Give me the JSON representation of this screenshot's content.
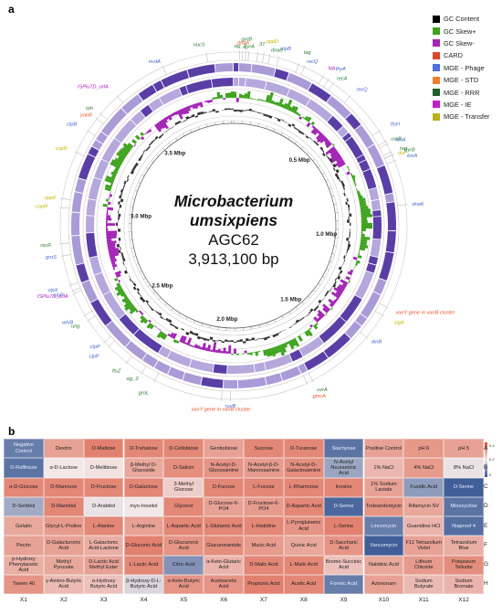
{
  "panel_labels": {
    "a": "a",
    "b": "b"
  },
  "genome": {
    "organism": "Microbacterium umsixpiens",
    "strain": "AGC62",
    "size": "3,913,100 bp",
    "scale_marks": [
      {
        "label": "0.5 Mbp",
        "angle": 45
      },
      {
        "label": "1.0 Mbp",
        "angle": 95
      },
      {
        "label": "1.5 Mbp",
        "angle": 142
      },
      {
        "label": "2.0 Mbp",
        "angle": 184
      },
      {
        "label": "2.5 Mbp",
        "angle": 230
      },
      {
        "label": "3.0 Mbp",
        "angle": 276
      },
      {
        "label": "3.5 Mbp",
        "angle": 321
      }
    ],
    "gene_labels": [
      {
        "text": "sig_2",
        "angle": 2,
        "color": "#2e7d32"
      },
      {
        "text": "dnaA",
        "angle": 3,
        "color": "#e8542b"
      },
      {
        "text": "gyrB",
        "angle": 4,
        "color": "#2e7d32"
      },
      {
        "text": "gyrA",
        "angle": 5,
        "color": "#2e7d32"
      },
      {
        "text": "37",
        "angle": 8,
        "color": "#2e7d32"
      },
      {
        "text": "oppD",
        "angle": 10,
        "color": "#c8b400"
      },
      {
        "text": "dnaB",
        "angle": 12,
        "color": "#2e7d32"
      },
      {
        "text": "clpB",
        "angle": 15,
        "color": "#4466cc"
      },
      {
        "text": "tag",
        "angle": 22,
        "color": "#2e7d32"
      },
      {
        "text": "recQ",
        "angle": 24,
        "color": "#4466cc"
      },
      {
        "text": "NA",
        "angle": 31,
        "color": "#b021c0"
      },
      {
        "text": "thyA",
        "angle": 33,
        "color": "#4466cc"
      },
      {
        "text": "recA",
        "angle": 35,
        "color": "#2e7d32"
      },
      {
        "text": "recQ",
        "angle": 42,
        "color": "#4466cc"
      },
      {
        "text": "ftsH",
        "angle": 57,
        "color": "#4466cc"
      },
      {
        "text": "uvrB",
        "angle": 61,
        "color": "#2e7d32"
      },
      {
        "text": "lonA",
        "angle": 62,
        "color": "#4466cc"
      },
      {
        "text": "gyrB",
        "angle": 66,
        "color": "#2e7d32"
      },
      {
        "text": "dut",
        "angle": 66,
        "color": "#c8b400"
      },
      {
        "text": "tag",
        "angle": 65,
        "color": "#2e7d32"
      },
      {
        "text": "lonA",
        "angle": 68,
        "color": "#4466cc"
      },
      {
        "text": "dnaK",
        "angle": 83,
        "color": "#4466cc"
      },
      {
        "text": "vanY gene in vanB cluster",
        "angle": 118,
        "color": "#e8542b"
      },
      {
        "text": "sigA",
        "angle": 121,
        "color": "#c8b400"
      },
      {
        "text": "dinB",
        "angle": 130,
        "color": "#4466cc"
      },
      {
        "text": "uvrA",
        "angle": 153,
        "color": "#2e7d32"
      },
      {
        "text": "gmcA",
        "angle": 155,
        "color": "#e8542b"
      },
      {
        "text": "ruvB",
        "angle": 181,
        "color": "#4466cc"
      },
      {
        "text": "vanY gene in vanB cluster",
        "angle": 184,
        "color": "#e8542b"
      },
      {
        "text": "groL",
        "angle": 207,
        "color": "#2e7d32"
      },
      {
        "text": "sig_2",
        "angle": 212,
        "color": "#2e7d32"
      },
      {
        "text": "ftsZ",
        "angle": 218,
        "color": "#2e7d32"
      },
      {
        "text": "clpP",
        "angle": 226,
        "color": "#4466cc"
      },
      {
        "text": "clpP",
        "angle": 228,
        "color": "#4466cc"
      },
      {
        "text": "ung",
        "angle": 237,
        "color": "#2e7d32"
      },
      {
        "text": "whiB",
        "angle": 239,
        "color": "#4466cc"
      },
      {
        "text": "ISPlu7D_orfA",
        "angle": 247,
        "color": "#b021c0"
      },
      {
        "text": "clpP",
        "angle": 248,
        "color": "#4466cc"
      },
      {
        "text": "clpX",
        "angle": 250,
        "color": "#4466cc"
      },
      {
        "text": "groS",
        "angle": 260,
        "color": "#4466cc"
      },
      {
        "text": "recR",
        "angle": 264,
        "color": "#2e7d32"
      },
      {
        "text": "copR",
        "angle": 276,
        "color": "#c8b400"
      },
      {
        "text": "oppF",
        "angle": 279,
        "color": "#c8b400"
      },
      {
        "text": "copR",
        "angle": 295,
        "color": "#c8b400"
      },
      {
        "text": "clpB",
        "angle": 303,
        "color": "#4466cc"
      },
      {
        "text": "yoeB",
        "angle": 308,
        "color": "#e8542b"
      },
      {
        "text": "rph",
        "angle": 310,
        "color": "#2e7d32"
      },
      {
        "text": "ISPlu7D_orfA",
        "angle": 318,
        "color": "#b021c0"
      },
      {
        "text": "motA",
        "angle": 336,
        "color": "#4466cc"
      },
      {
        "text": "nucS",
        "angle": 351,
        "color": "#2e7d32"
      }
    ]
  },
  "legend": [
    {
      "label": "GC Content",
      "color": "#000000"
    },
    {
      "label": "GC Skew+",
      "color": "#3fa31f"
    },
    {
      "label": "GC Skew-",
      "color": "#a323b5"
    },
    {
      "label": "CARD",
      "color": "#d9472b"
    },
    {
      "label": "MGE - Phage",
      "color": "#4f6fe0"
    },
    {
      "label": "MGE - STD",
      "color": "#f07f2d"
    },
    {
      "label": "MGE - RRR",
      "color": "#1f5f2a"
    },
    {
      "label": "MGE - IE",
      "color": "#c21fc4"
    },
    {
      "label": "MGE - Transfer",
      "color": "#b8b01c"
    }
  ],
  "plate": {
    "rows": [
      "A",
      "B",
      "C",
      "D",
      "E",
      "F",
      "G",
      "H"
    ],
    "columns": [
      "X1",
      "X2",
      "X3",
      "X4",
      "X5",
      "X6",
      "X7",
      "X8",
      "X9",
      "X10",
      "X11",
      "X12"
    ],
    "cells": [
      [
        "Negative Control",
        "Dextrin",
        "D-Maltose",
        "D-Trehalose",
        "D-Cellobiose",
        "Gentiobiose",
        "Sucrose",
        "D-Turanose",
        "Stachyose",
        "Positive Control",
        "pH 6",
        "pH 5"
      ],
      [
        "D-Raffinose",
        "α-D-Lactose",
        "D-Melibiose",
        "β-Methyl D-Glucoside",
        "D-Salicin",
        "N-Acetyl-D-Glucosamine",
        "N-Acetyl-β-D-Mannosamine",
        "N-Acetyl-D-Galactosamine",
        "N-Acetyl Neuraminic Acid",
        "1% NaCl",
        "4% NaCl",
        "8% NaCl"
      ],
      [
        "α-D-Glucose",
        "D-Mannose",
        "D-Fructose",
        "D-Galactose",
        "3-Methyl Glucose",
        "D-Fucose",
        "L-Fucose",
        "L-Rhamnose",
        "Inosine",
        "1% Sodium Lactate",
        "Fusidic Acid",
        "D-Serine"
      ],
      [
        "D-Sorbitol",
        "D-Mannitol",
        "D-Arabitol",
        "myo-Inositol",
        "Glycerol",
        "D-Glucose-6-PO4",
        "D-Fructose-6-PO4",
        "D-Aspartic Acid",
        "D-Serine",
        "Troleandomycin",
        "Rifamycin SV",
        "Minocycline"
      ],
      [
        "Gelatin",
        "Glycyl-L-Proline",
        "L-Alanine",
        "L-Arginine",
        "L-Aspartic Acid",
        "L-Glutamic Acid",
        "L-Histidine",
        "L-Pyroglutamic Acid",
        "L-Serine",
        "Lincomycin",
        "Guanidine HCl",
        "Niaproof 4"
      ],
      [
        "Pectin",
        "D-Galacturonic Acid",
        "L-Galactonic Acid-Lactone",
        "D-Gluconic Acid",
        "D-Glucuronic Acid",
        "Glucuronamide",
        "Mucic Acid",
        "Quinic Acid",
        "D-Saccharic Acid",
        "Vancomycin",
        "F11 Tetrazolium Violet",
        "Tetrazolium Blue"
      ],
      [
        "p-Hydroxy Phenylacetic Acid",
        "Methyl Pyruvate",
        "D-Lactic Acid Methyl Ester",
        "L-Lactic Acid",
        "Citric Acid",
        "α-Keto-Glutaric Acid",
        "D-Malic Acid",
        "L-Malic Acid",
        "Bromo-Succinic Acid",
        "Nalidixic Acid",
        "Lithium Chloride",
        "Potassium Tellurite"
      ],
      [
        "Tween 40",
        "γ-Amino-Butyric Acid",
        "α-Hydroxy Butyric Acid",
        "β-Hydroxy-D-L-Butyric Acid",
        "α-Keto-Butyric Acid",
        "Acetoacetic Acid",
        "Propionic Acid",
        "Acetic Acid",
        "Formic Acid",
        "Aztreonam",
        "Sodium Butyrate",
        "Sodium Bromate"
      ]
    ],
    "values": [
      [
        0.15,
        0.72,
        0.82,
        0.8,
        0.8,
        0.72,
        0.8,
        0.8,
        0.12,
        0.72,
        0.75,
        0.72
      ],
      [
        0.12,
        0.5,
        0.52,
        0.7,
        0.78,
        0.76,
        0.74,
        0.78,
        0.28,
        0.65,
        0.74,
        0.48
      ],
      [
        0.8,
        0.8,
        0.8,
        0.8,
        0.58,
        0.8,
        0.8,
        0.8,
        0.8,
        0.72,
        0.25,
        0.05
      ],
      [
        0.3,
        0.8,
        0.48,
        0.5,
        0.8,
        0.72,
        0.74,
        0.8,
        0.08,
        0.76,
        0.7,
        0.12
      ],
      [
        0.7,
        0.74,
        0.8,
        0.72,
        0.8,
        0.8,
        0.8,
        0.76,
        0.82,
        0.15,
        0.66,
        0.1
      ],
      [
        0.72,
        0.72,
        0.68,
        0.82,
        0.76,
        0.78,
        0.74,
        0.7,
        0.76,
        0.05,
        0.72,
        0.68
      ],
      [
        0.68,
        0.7,
        0.72,
        0.8,
        0.22,
        0.66,
        0.8,
        0.8,
        0.62,
        0.7,
        0.74,
        0.78
      ],
      [
        0.76,
        0.64,
        0.62,
        0.44,
        0.76,
        0.76,
        0.82,
        0.8,
        0.15,
        0.72,
        0.64,
        0.66
      ]
    ],
    "scale": {
      "high": "0.4",
      "mid": "0.2",
      "low": "0"
    }
  }
}
